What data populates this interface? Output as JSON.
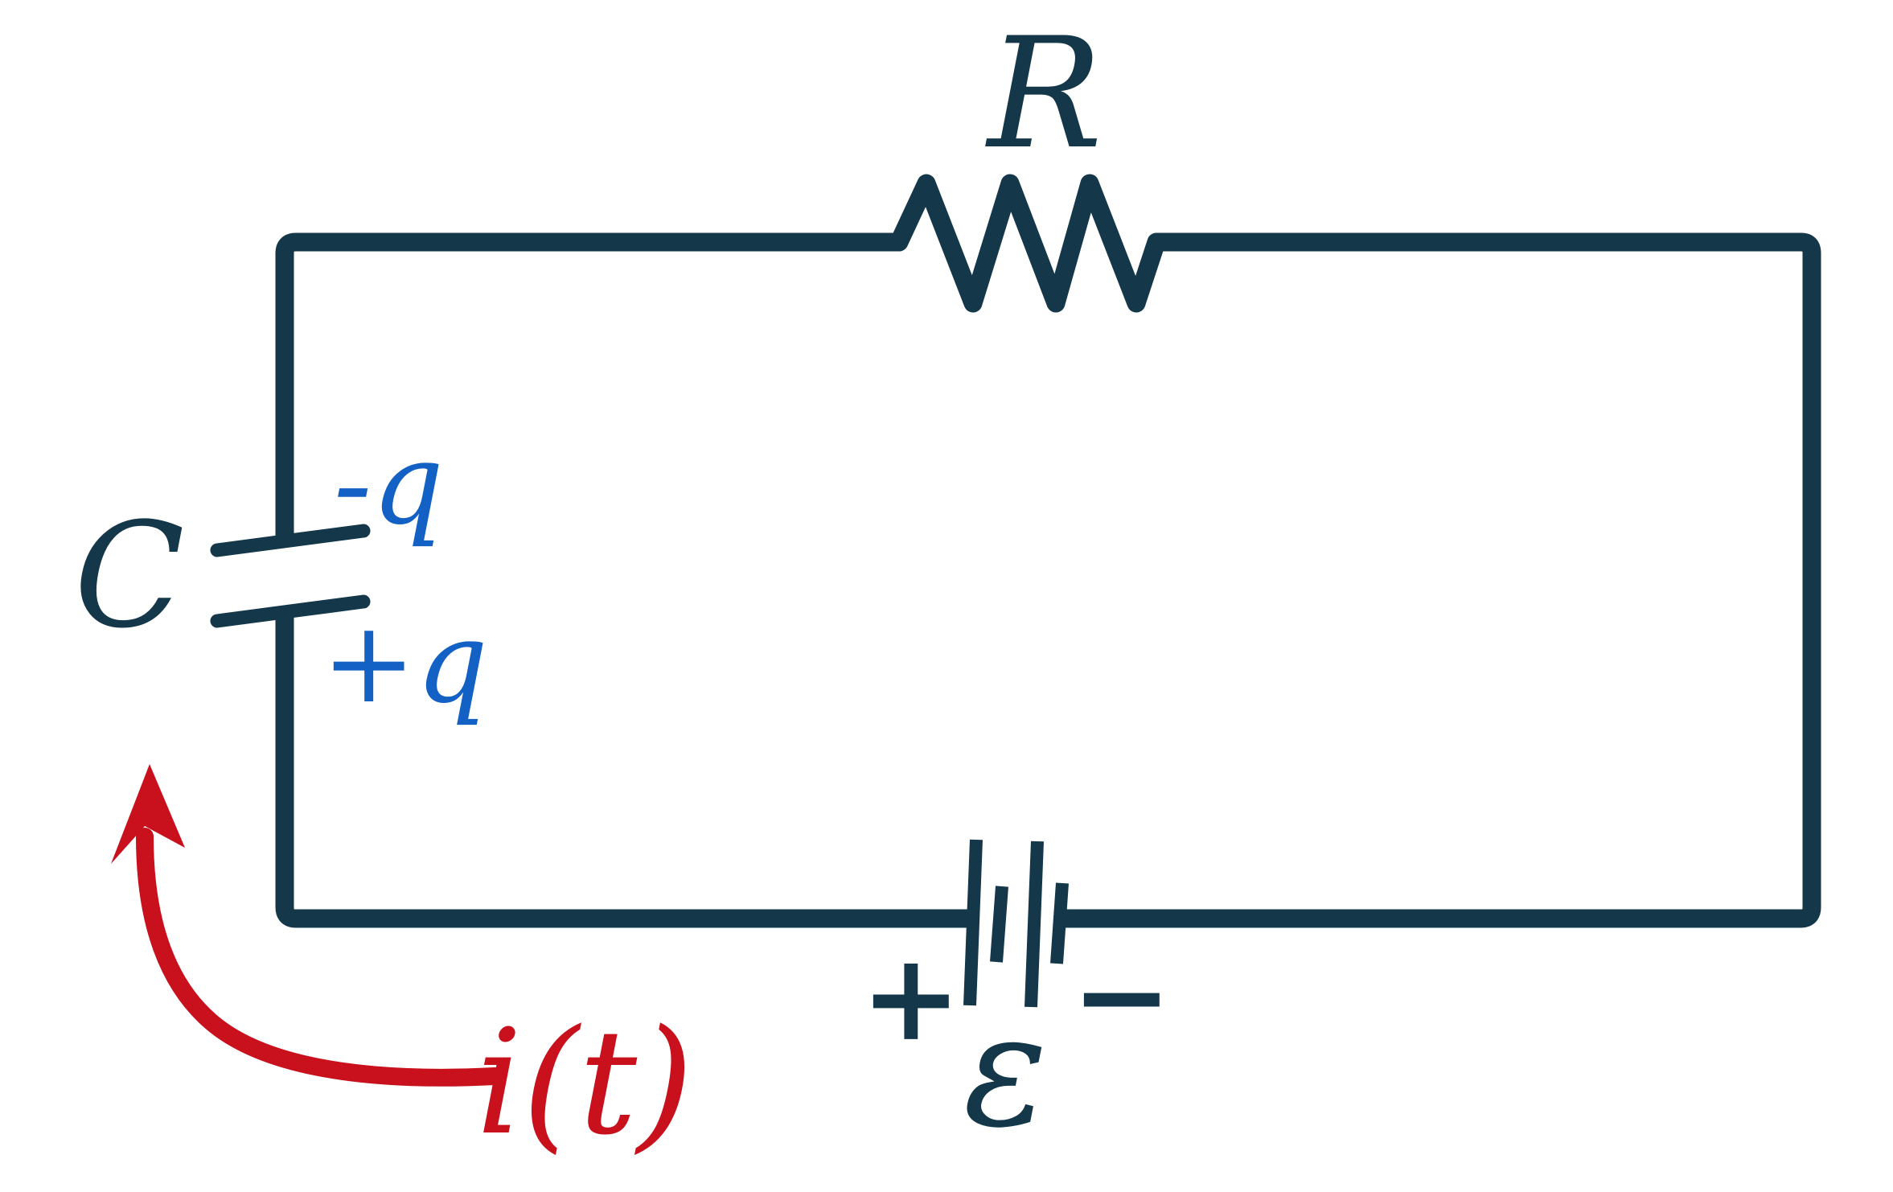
{
  "diagram": {
    "kind": "RC series circuit with battery",
    "labels": {
      "resistor": "R",
      "capacitor": "C",
      "charge_top": "-q",
      "charge_bottom": "+q",
      "battery_plus": "+",
      "battery_minus": "−",
      "emf": "ε",
      "current": "i(t)"
    },
    "colors": {
      "wire": "#14384a",
      "charge": "#1361c4",
      "current": "#c8111c",
      "background": "#ffffff"
    }
  }
}
